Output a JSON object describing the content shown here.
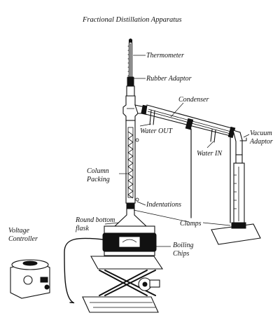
{
  "title": "Fractional Distillation Apparatus",
  "labels": {
    "thermometer": "Thermometer",
    "rubber_adaptor": "Rubber Adaptor",
    "condenser": "Condenser",
    "water_out": "Water OUT",
    "vacuum_adaptor_line1": "Vacuum",
    "vacuum_adaptor_line2": "Adaptor",
    "water_in": "Water IN",
    "column_packing_line1": "Column",
    "column_packing_line2": "Packing",
    "indentations": "Indentations",
    "round_bottom_flask_line1": "Round bottom",
    "round_bottom_flask_line2": "flask",
    "clamps": "Clamps",
    "voltage_controller_line1": "Voltage",
    "voltage_controller_line2": "Controller",
    "boiling_chips_line1": "Boiling",
    "boiling_chips_line2": "Chips"
  }
}
